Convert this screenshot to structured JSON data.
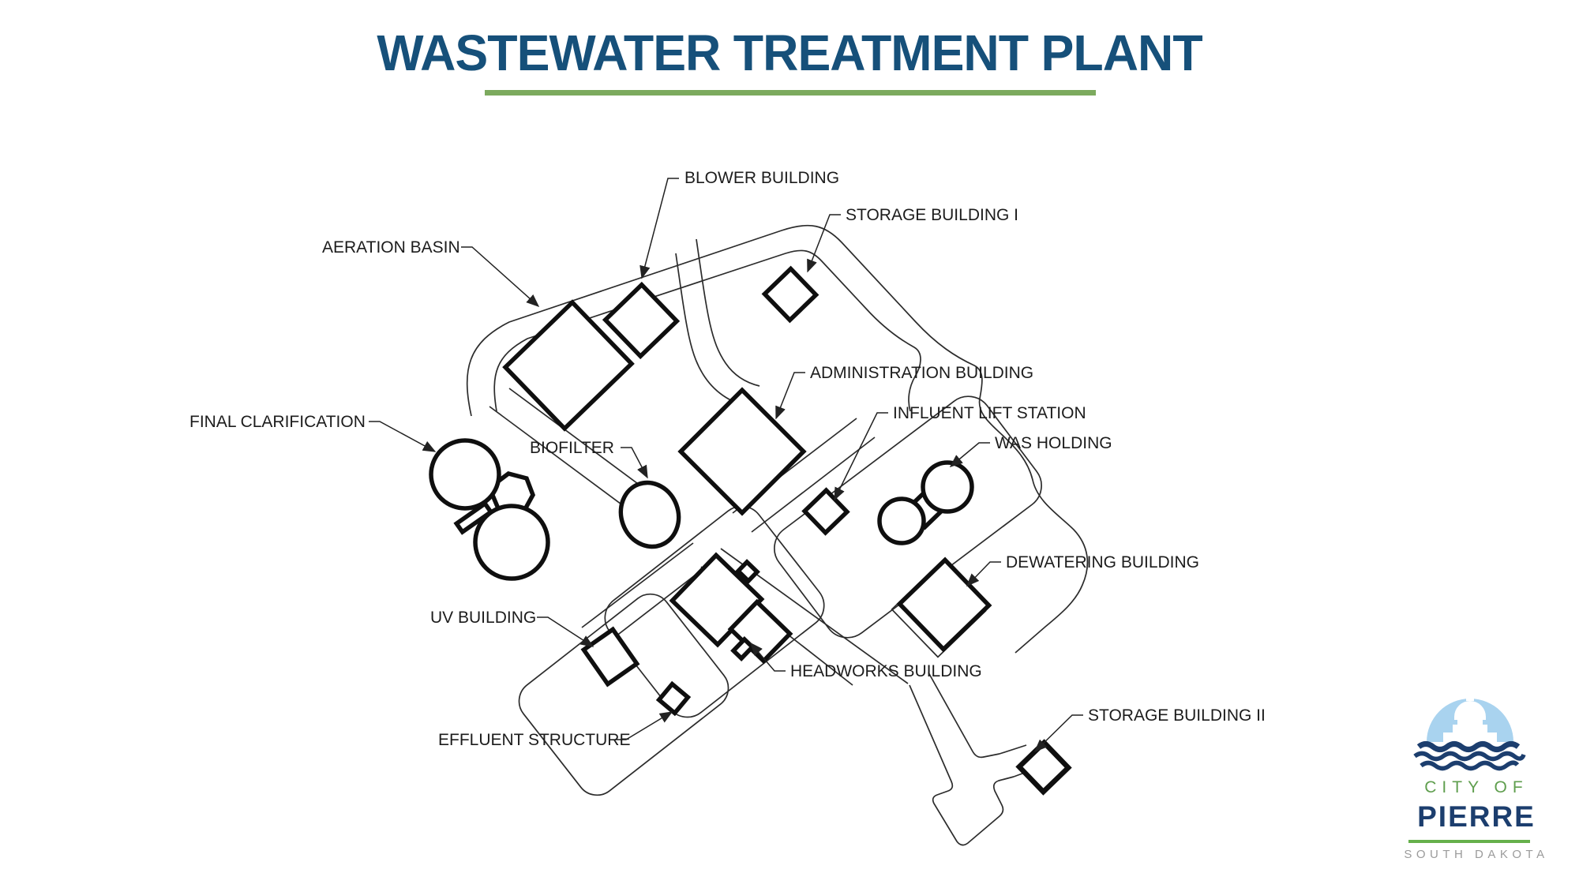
{
  "slide": {
    "title": "WASTEWATER TREATMENT PLANT"
  },
  "diagram": {
    "labels": {
      "aeration_basin": "AERATION BASIN",
      "blower_building": "BLOWER BUILDING",
      "storage_building_1": "STORAGE BUILDING I",
      "administration_building": "ADMINISTRATION BUILDING",
      "final_clarification": "FINAL CLARIFICATION",
      "biofilter": "BIOFILTER",
      "influent_lift_station": "INFLUENT LIFT STATION",
      "was_holding": "WAS HOLDING",
      "dewatering_building": "DEWATERING BUILDING",
      "uv_building": "UV BUILDING",
      "headworks_building": "HEADWORKS BUILDING",
      "effluent_structure": "EFFLUENT STRUCTURE",
      "storage_building_2": "STORAGE BUILDING II"
    }
  },
  "logo": {
    "city_of": "CITY OF",
    "city": "PIERRE",
    "state": "SOUTH DAKOTA"
  },
  "colors": {
    "title_navy": "#16507a",
    "title_underline_green": "#7caa5e",
    "logo_navy": "#1c3e6e",
    "logo_green": "#66b04b",
    "logo_light_blue": "#a9d3ef",
    "logo_gray": "#9b9b9b",
    "line_black": "#1c1c1c"
  }
}
